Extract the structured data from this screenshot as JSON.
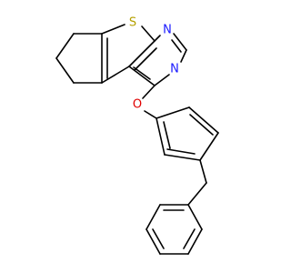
{
  "molecule": {
    "atoms": {
      "sulfur": {
        "symbol": "S",
        "color": "#b5a000"
      },
      "nitrogen_top": {
        "symbol": "N",
        "color": "#1a1aff"
      },
      "nitrogen_mid": {
        "symbol": "N",
        "color": "#1a1aff"
      },
      "oxygen": {
        "symbol": "O",
        "color": "#e00000"
      }
    },
    "bond_color": "#000000"
  }
}
